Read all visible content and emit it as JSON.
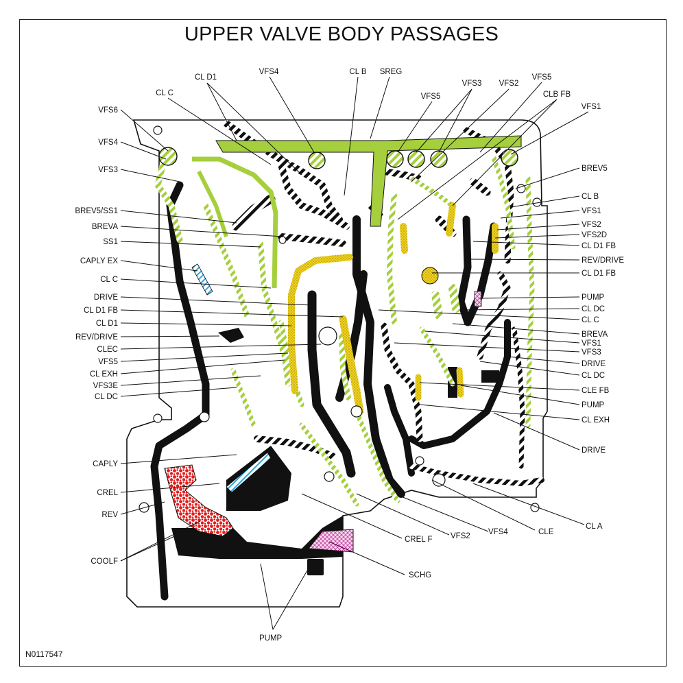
{
  "title": "UPPER VALVE BODY PASSAGES",
  "figure_id": "N0117547",
  "colors": {
    "background": "#ffffff",
    "outline": "#111111",
    "green": "#a5cf3c",
    "yellow": "#f1d21e",
    "red": "#e11c1c",
    "pink": "#e08ac9",
    "blue": "#2aa8e0",
    "black": "#111111"
  },
  "left_labels": [
    "VFS6",
    "VFS4",
    "VFS3",
    "BREV5/SS1",
    "BREVA",
    "SS1",
    "CAPLY EX",
    "CL C",
    "DRIVE",
    "CL D1 FB",
    "CL D1",
    "REV/DRIVE",
    "CLEC",
    "VFS5",
    "CL EXH",
    "VFS3E",
    "CL DC",
    "CAPLY",
    "CREL",
    "REV",
    "COOLF"
  ],
  "top_labels": [
    "CL D1",
    "CL C",
    "VFS4",
    "CL B",
    "SREG",
    "VFS3",
    "VFS2",
    "VFS5",
    "CLB FB",
    "VFS5",
    "VFS1"
  ],
  "right_labels": [
    "BREV5",
    "CL B",
    "VFS1",
    "VFS2",
    "VFS2D",
    "CL D1 FB",
    "REV/DRIVE",
    "CL D1 FB",
    "PUMP",
    "CL DC",
    "CL C",
    "BREVA",
    "VFS1",
    "VFS3",
    "DRIVE",
    "CL DC",
    "CLE FB",
    "PUMP",
    "CL EXH",
    "DRIVE"
  ],
  "bottom_labels": [
    "CREL F",
    "VFS2",
    "VFS4",
    "CLE",
    "CL A",
    "SCHG",
    "PUMP"
  ]
}
